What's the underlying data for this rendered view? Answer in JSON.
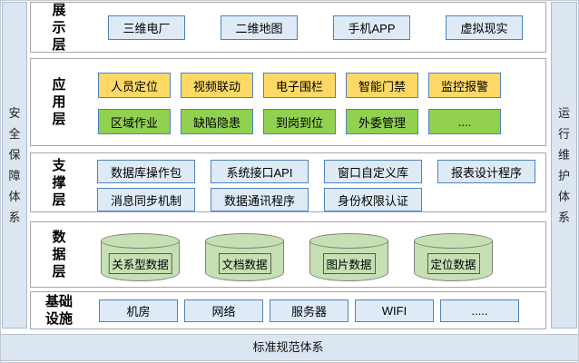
{
  "sidebars": {
    "left": "安全保障体系",
    "right": "运行维护体系"
  },
  "bottom_bar": {
    "label": "标准规范体系"
  },
  "layers": [
    {
      "label": "展示层",
      "boxes": [
        "三维电厂",
        "二维地图",
        "手机APP",
        "虚拟现实"
      ]
    },
    {
      "label": "应用层",
      "rows": [
        [
          "人员定位",
          "视频联动",
          "电子围栏",
          "智能门禁",
          "监控报警"
        ],
        [
          "区域作业",
          "缺陷隐患",
          "到岗到位",
          "外委管理",
          "...."
        ]
      ]
    },
    {
      "label": "支撑层",
      "rows": [
        [
          "数据库操作包",
          "系统接口API",
          "窗口自定义库",
          "报表设计程序"
        ],
        [
          "消息同步机制",
          "数据通讯程序",
          "身份权限认证"
        ]
      ]
    },
    {
      "label": "数据层",
      "cylinders": [
        "关系型数据",
        "文档数据",
        "图片数据",
        "定位数据"
      ]
    },
    {
      "label": "基础设施",
      "boxes": [
        "机房",
        "网络",
        "服务器",
        "WIFI",
        "....."
      ]
    }
  ],
  "colors": {
    "app_row1_fill": "#FFD966",
    "app_row2_fill": "#92D050",
    "box_fill_blue": "#DEEBF7",
    "box_border_blue": "#4F81BD",
    "cylinder_fill": "#C6E0B4",
    "cylinder_border": "#808080",
    "sidebar_fill": "#DCE6F1",
    "panel_border": "#A6A6A6"
  }
}
